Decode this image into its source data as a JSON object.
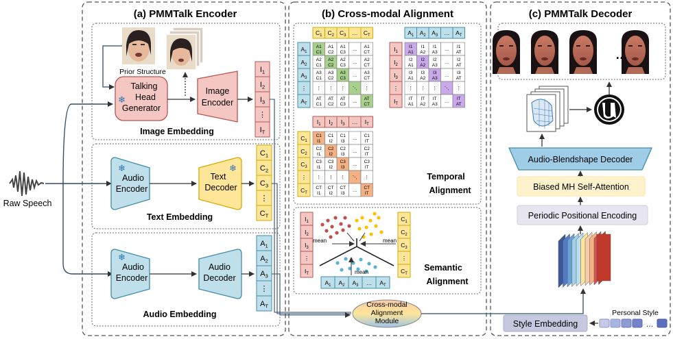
{
  "panels": {
    "encoder": "(a)  PMMTalk Encoder",
    "alignment": "(b) Cross-modal Alignment",
    "decoder": "(c)  PMMTalk Decoder"
  },
  "input": {
    "raw_speech": "Raw Speech"
  },
  "encoder": {
    "prior_structure": "Prior  Structure",
    "talking_head_l1": "Talking",
    "talking_head_l2": "Head",
    "talking_head_l3": "Generator",
    "image_encoder_l1": "Image",
    "image_encoder_l2": "Encoder",
    "image_embedding": "Image Embedding",
    "audio_encoder_l1": "Audio",
    "audio_encoder_l2": "Encoder",
    "text_decoder_l1": "Text",
    "text_decoder_l2": "Decoder",
    "text_embedding": "Text Embedding",
    "audio_decoder_l1": "Audio",
    "audio_decoder_l2": "Decoder",
    "audio_embedding": "Audio Embedding",
    "image_tokens": [
      "I1",
      "I2",
      "I3",
      "⋮",
      "IT"
    ],
    "text_tokens": [
      "C1",
      "C2",
      "C3",
      "⋮",
      "CT"
    ],
    "audio_tokens": [
      "A1",
      "A2",
      "A3",
      "⋮",
      "AT"
    ]
  },
  "alignment": {
    "temporal_l1": "Temporal",
    "temporal_l2": "Alignment",
    "semantic_l1": "Semantic",
    "semantic_l2": "Alignment",
    "mean_left": "mean",
    "mean_right": "mean",
    "mean_bottom": "mean",
    "module_l1": "Cross-modal",
    "module_l2": "Alignment",
    "module_l3": "Module",
    "header_c": [
      "C1",
      "C2",
      "C3",
      "…",
      "CT"
    ],
    "header_a": [
      "A1",
      "A2",
      "A3",
      "…",
      "AT"
    ],
    "header_i": [
      "I1",
      "I2",
      "I3",
      "…",
      "IT"
    ]
  },
  "decoder": {
    "audio_blendshape": "Audio-Blendshape Decoder",
    "biased_attention": "Biased MH Self-Attention",
    "positional_encoding": "Periodic Positional Encoding",
    "style_embedding": "Style Embedding",
    "personal_style": "Personal Style",
    "ellipsis": "…"
  },
  "colors": {
    "image": "#f4c7c3",
    "image_stroke": "#b85450",
    "text": "#ffe699",
    "text_stroke": "#d6a800",
    "audio": "#bfe0ea",
    "audio_stroke": "#3e8ea8",
    "green": "#a9d18e",
    "purple": "#c9a9ea",
    "orange": "#f4b183"
  }
}
